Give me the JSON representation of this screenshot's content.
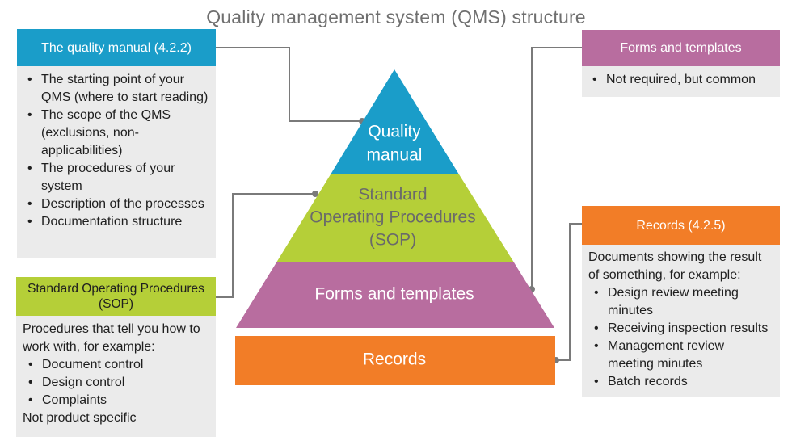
{
  "title": "Quality management system (QMS) structure",
  "colors": {
    "quality_manual": "#1a9dc9",
    "sop": "#b5cf38",
    "forms": "#b86d9f",
    "records": "#f27d27",
    "box_body": "#ebebeb",
    "connector": "#7a7a7a"
  },
  "pyramid": {
    "quality_manual": [
      "Quality",
      "manual"
    ],
    "sop": [
      "Standard",
      "Operating Procedures",
      "(SOP)"
    ],
    "forms": "Forms and templates",
    "records": "Records"
  },
  "quality_manual_box": {
    "heading": "The quality manual (4.2.2)",
    "items": [
      "The starting point of your QMS (where to start reading)",
      "The scope of the QMS (exclusions, non-applicabilities)",
      "The procedures of your system",
      "Description of the processes",
      "Documentation structure"
    ]
  },
  "sop_box": {
    "heading": "Standard Operating Procedures (SOP)",
    "intro": "Procedures that tell you how to work with, for example:",
    "items": [
      "Document control",
      "Design control",
      "Complaints"
    ],
    "footer": "Not product specific"
  },
  "forms_box": {
    "heading": "Forms and templates",
    "items": [
      "Not required, but common"
    ]
  },
  "records_box": {
    "heading": "Records (4.2.5)",
    "intro": "Documents showing the result of something, for example:",
    "items": [
      "Design review meeting minutes",
      "Receiving inspection results",
      "Management review meeting minutes",
      "Batch records"
    ]
  }
}
